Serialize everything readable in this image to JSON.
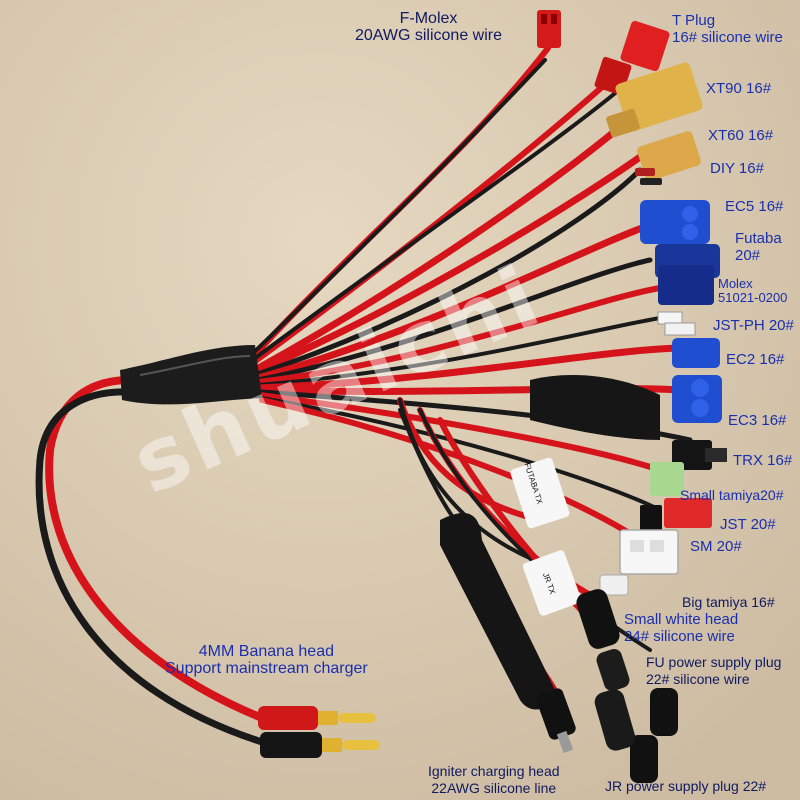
{
  "watermark": "shuaichi",
  "colors": {
    "background": "#d9cab2",
    "wire_red": "#d4141a",
    "wire_black": "#1a1a1a",
    "label_blue": "#1a2fb0",
    "ec_blue": "#1f4fd0",
    "xt_yellow": "#e0b24a"
  },
  "labels": {
    "f_molex": [
      "F-Molex",
      "20AWG silicone wire"
    ],
    "t_plug": [
      "T Plug",
      "16# silicone wire"
    ],
    "xt90": [
      "XT90 16#"
    ],
    "xt60": [
      "XT60 16#"
    ],
    "diy": [
      "DIY 16#"
    ],
    "ec5": [
      "EC5 16#"
    ],
    "futaba": [
      "Futaba",
      "20#"
    ],
    "molex": [
      "Molex",
      "51021-0200"
    ],
    "jst_ph": [
      "JST-PH 20#"
    ],
    "ec2": [
      "EC2 16#"
    ],
    "ec3": [
      "EC3 16#"
    ],
    "trx": [
      "TRX 16#"
    ],
    "small_tamiya": [
      "Small tamiya20#"
    ],
    "jst": [
      "JST 20#"
    ],
    "sm": [
      "SM 20#"
    ],
    "big_tamiya": [
      "Big tamiya 16#"
    ],
    "small_white_head": [
      "Small white head",
      "24# silicone wire"
    ],
    "fu_power": [
      "FU power supply plug",
      "22# silicone wire"
    ],
    "banana": [
      "4MM Banana head",
      "Support mainstream charger"
    ],
    "igniter": [
      "Igniter charging head",
      "22AWG silicone line"
    ],
    "jr_power": [
      "JR power supply plug 22#"
    ]
  },
  "tags": {
    "futaba_tx": "FUTABA TX",
    "jr_tx": "JR TX"
  }
}
